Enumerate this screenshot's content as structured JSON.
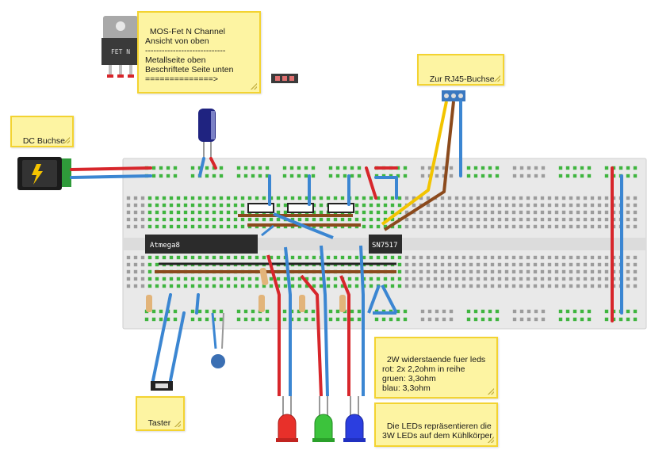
{
  "notes": {
    "mosfet": "MOS-Fet N Channel\nAnsicht von oben\n-----------------------------\nMetallseite oben\nBeschriftete Seite unten\n==============>",
    "rj45": "Zur RJ45-Buchse",
    "dc": "DC Buchse",
    "resistors": "2W widerstaende fuer leds\nrot: 2x 2,2ohm in reihe\ngruen: 3,3ohm\nblau: 3,3ohm",
    "leds": "Die LEDs repräsentieren die\n3W LEDs auf dem Kühlkörper.",
    "taster": "Taster"
  },
  "chips": {
    "atmega": "Atmega8",
    "sn75": "SN7517"
  },
  "mosfet_label": "FET N",
  "colors": {
    "breadboard": "#e9e9e9",
    "hole_green": "#3fb53f",
    "wire_red": "#d7262b",
    "wire_blue": "#3b86d2",
    "wire_brown": "#8b4a1c",
    "wire_yellow": "#f2c400",
    "wire_black": "#222222",
    "chip": "#2b2b2b"
  }
}
